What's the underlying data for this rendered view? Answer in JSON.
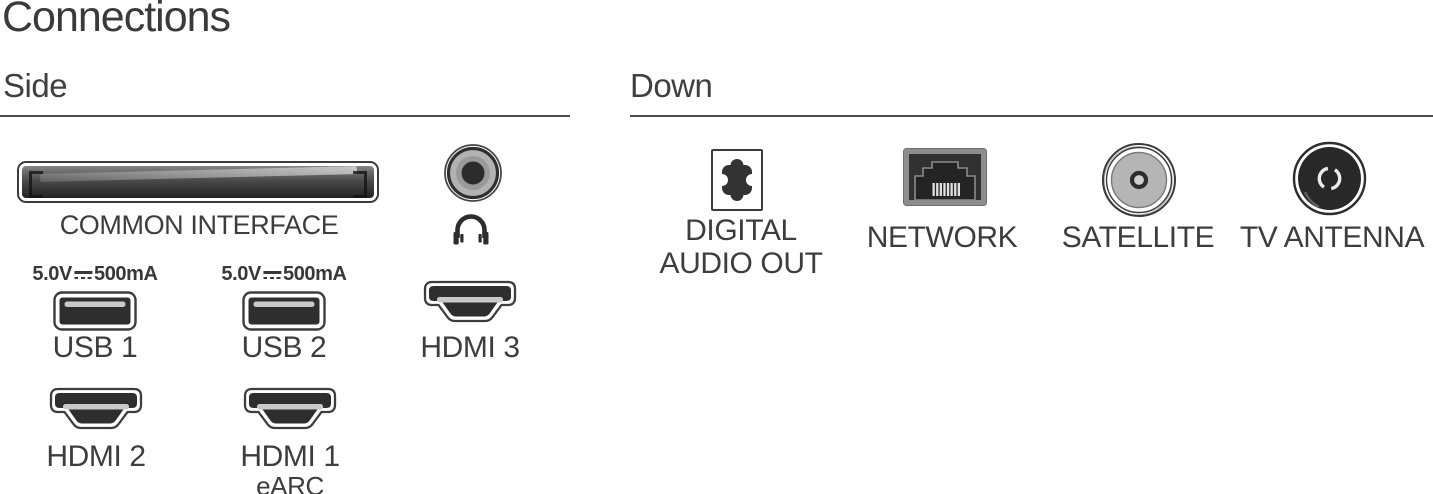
{
  "title": "Connections",
  "side": {
    "heading": "Side",
    "common_interface": {
      "label": "COMMON INTERFACE"
    },
    "usb1": {
      "voltage": "5.0V",
      "current": "500mA",
      "label": "USB 1"
    },
    "usb2": {
      "voltage": "5.0V",
      "current": "500mA",
      "label": "USB 2"
    },
    "hdmi3": {
      "label": "HDMI 3"
    },
    "hdmi2": {
      "label": "HDMI 2"
    },
    "hdmi1": {
      "label": "HDMI 1",
      "sublabel": "eARC"
    }
  },
  "down": {
    "heading": "Down",
    "digital_audio_out": {
      "line1": "DIGITAL",
      "line2": "AUDIO OUT"
    },
    "network": {
      "label": "NETWORK"
    },
    "satellite": {
      "label": "SATELLITE"
    },
    "tv_antenna": {
      "label": "TV ANTENNA"
    }
  },
  "colors": {
    "text": "#3d3d3d",
    "rule": "#4e4e4e",
    "port_dark": "#2e2e2e",
    "port_bar": "#c9c9c9",
    "network_frame": "#8d8d8d",
    "satellite_disc": "#b5b5b5"
  }
}
